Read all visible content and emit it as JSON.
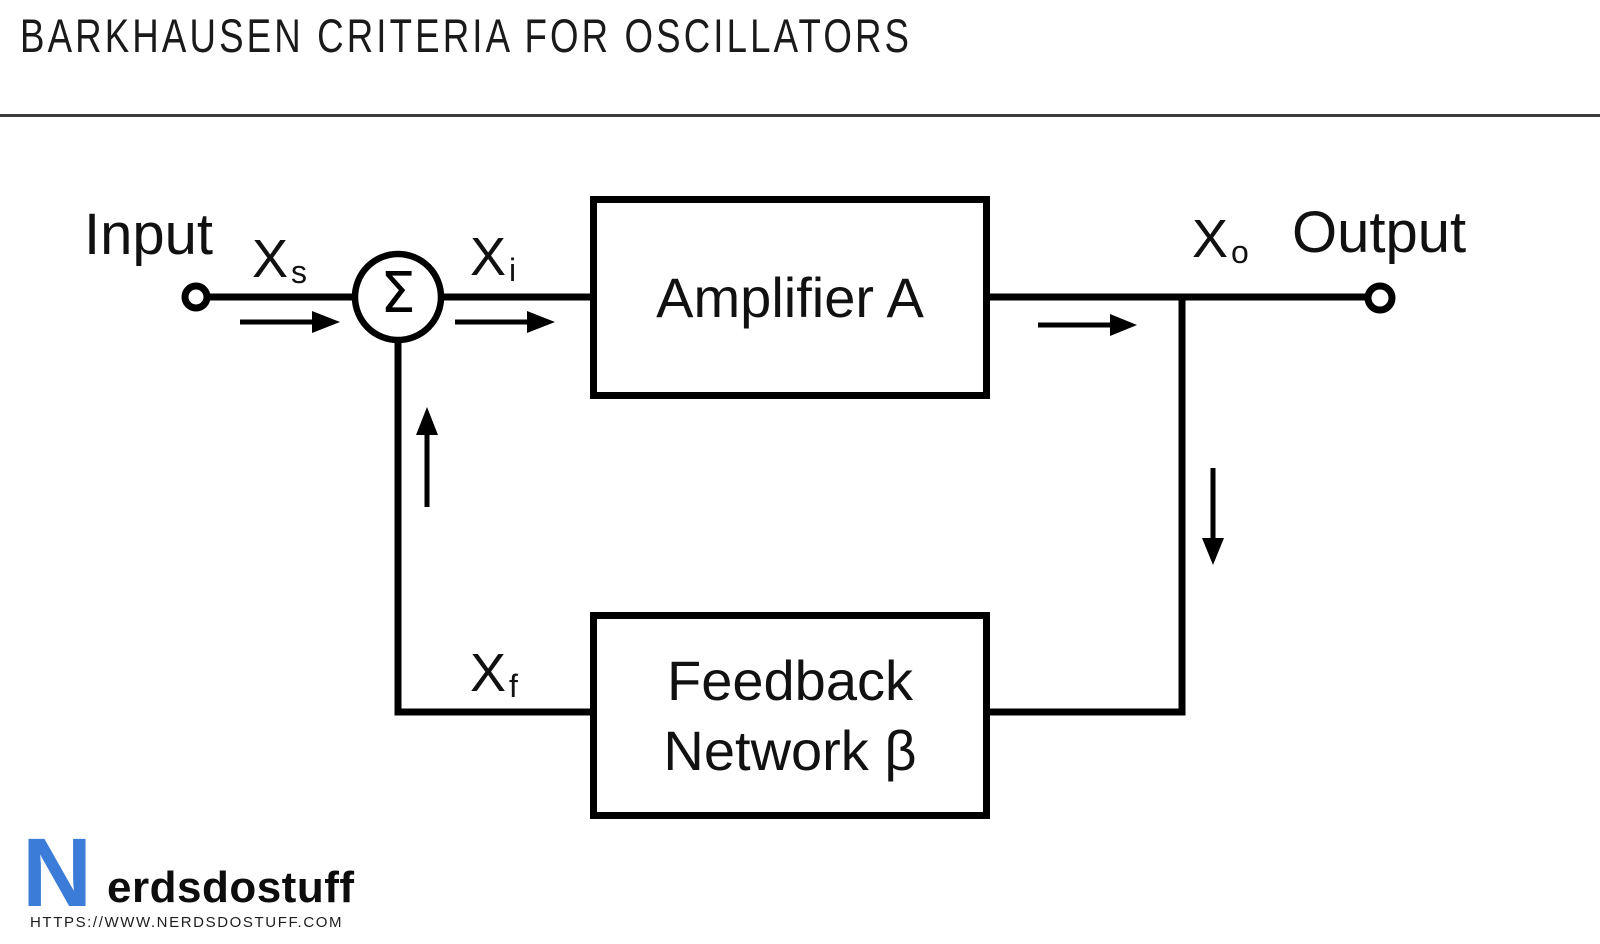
{
  "title": "BARKHAUSEN CRITERIA FOR OSCILLATORS",
  "diagram": {
    "input_label": "Input",
    "output_label": "Output",
    "summing_symbol": "Σ",
    "amplifier_label": "Amplifier A",
    "feedback_label_line1": "Feedback",
    "feedback_label_line2": "Network β",
    "signals": {
      "source": {
        "base": "X",
        "sub": "s"
      },
      "amplifier_input": {
        "base": "X",
        "sub": "i"
      },
      "output": {
        "base": "X",
        "sub": "o"
      },
      "feedback": {
        "base": "X",
        "sub": "f"
      }
    }
  },
  "branding": {
    "logo_initial": "N",
    "logo_text": "erdsdostuff",
    "website": "HTTPS://WWW.NERDSDOSTUFF.COM"
  },
  "colors": {
    "diagram_stroke": "#000000",
    "title_text": "#1a1a1a",
    "divider": "#3c3c3c",
    "logo_blue": "#3b7cd9"
  }
}
